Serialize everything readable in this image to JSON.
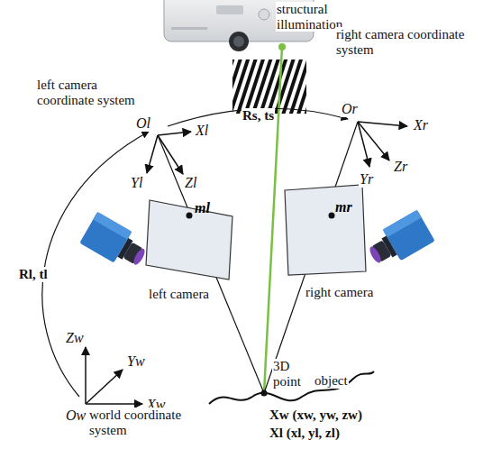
{
  "diagram": {
    "nodes": [
      {
        "text": [
          "ml"
        ]
      },
      {
        "text": [
          "mr"
        ]
      }
    ],
    "labels": [
      "structural illumination",
      "left camera coordinate system",
      "right camera coordinate system",
      "Ol",
      "Xl",
      "Yl",
      "Zl",
      "Rs, ts",
      "Or",
      "Xr",
      "Yr",
      "Zr",
      "left camera",
      "right camera",
      "Rl, tl",
      "Zw",
      "Yw",
      "Xw",
      "Ow",
      "world coordinate system",
      "3D point",
      "object",
      "Xw (xw, yw, zw)",
      "Xl (xl, yl, zl)"
    ]
  }
}
